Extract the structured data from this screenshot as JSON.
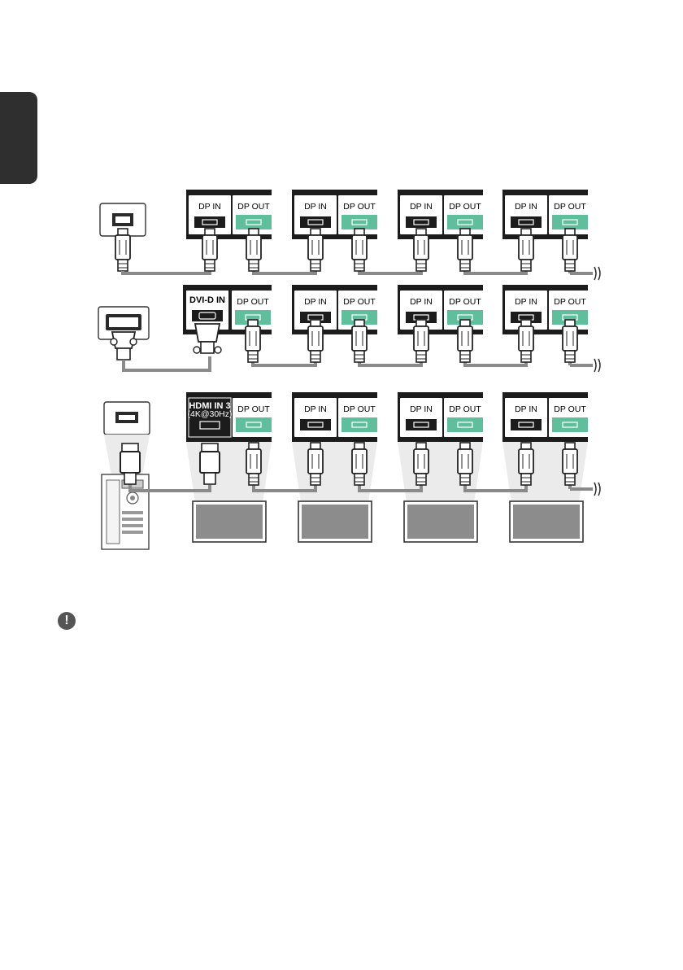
{
  "labels": {
    "dp_in": "DP IN",
    "dp_out": "DP OUT",
    "dvi_d_in": "DVI-D IN",
    "hdmi_in3": "HDMI IN 3",
    "hdmi_in3_note": "(4K@30Hz)"
  },
  "icons": {
    "notice": "!"
  },
  "colors": {
    "panel": "#1c1c1c",
    "port_in": "#ffffff",
    "port_out": "#5fbf9c",
    "cable": "#8a8a8a",
    "monitor": "#8c8c8c",
    "beam": "#ebebeb"
  }
}
